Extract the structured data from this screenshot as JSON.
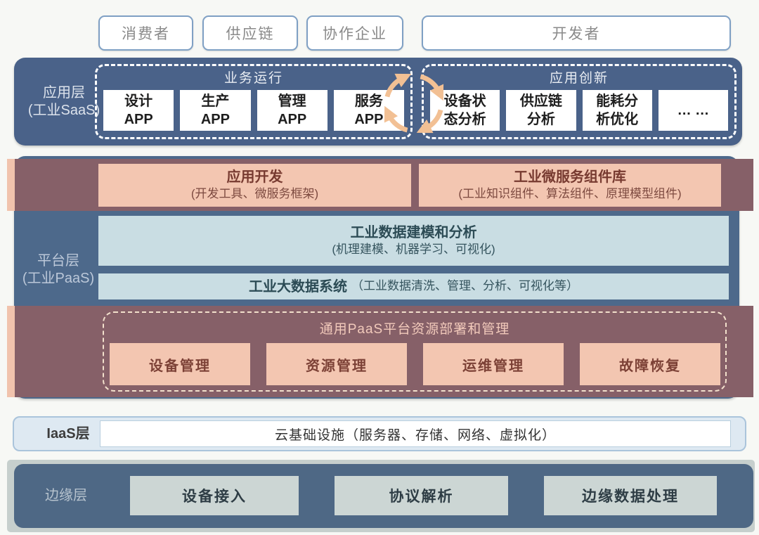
{
  "top_actors": {
    "consumer": "消费者",
    "supply_chain": "供应链",
    "partner": "协作企业",
    "developer": "开发者"
  },
  "app_layer": {
    "label_line1": "应用层",
    "label_line2": "(工业SaaS)",
    "business_group": {
      "title": "业务运行",
      "boxes": [
        {
          "line1": "设计",
          "line2": "APP"
        },
        {
          "line1": "生产",
          "line2": "APP"
        },
        {
          "line1": "管理",
          "line2": "APP"
        },
        {
          "line1": "服务",
          "line2": "APP"
        }
      ]
    },
    "innovation_group": {
      "title": "应用创新",
      "boxes": [
        {
          "line1": "设备状",
          "line2": "态分析"
        },
        {
          "line1": "供应链",
          "line2": "分析"
        },
        {
          "line1": "能耗分",
          "line2": "析优化"
        },
        {
          "line1": "… …",
          "line2": ""
        }
      ]
    }
  },
  "platform_layer": {
    "label_line1": "平台层",
    "label_line2": "(工业PaaS)",
    "app_dev": {
      "title": "应用开发",
      "sub": "(开发工具、微服务框架)"
    },
    "microservice": {
      "title": "工业微服务组件库",
      "sub": "(工业知识组件、算法组件、原理模型组件)"
    },
    "modeling": {
      "title": "工业数据建模和分析",
      "sub": "(机理建模、机器学习、可视化)"
    },
    "bigdata": {
      "title": "工业大数据系统",
      "sub": "（工业数据清洗、管理、分析、可视化等）"
    },
    "paas_mgmt": {
      "title": "通用PaaS平台资源部署和管理",
      "boxes": [
        "设备管理",
        "资源管理",
        "运维管理",
        "故障恢复"
      ]
    }
  },
  "iaas_layer": {
    "label": "IaaS层",
    "box": "云基础设施（服务器、存储、网络、虚拟化）"
  },
  "edge_layer": {
    "label": "边缘层",
    "boxes": [
      "设备接入",
      "协议解析",
      "边缘数据处理"
    ]
  },
  "colors": {
    "band_blue": "#4a6289",
    "platform_blue": "#4d698b",
    "maroon": "#866068",
    "salmon": "#f1c3ad",
    "pink_box": "#f3c6b1",
    "light_blue_box": "#c9dde3",
    "peach_arrow": "#f2c094",
    "edge_gray": "#c6cfcd",
    "iaas_bg": "#dee9f2"
  }
}
